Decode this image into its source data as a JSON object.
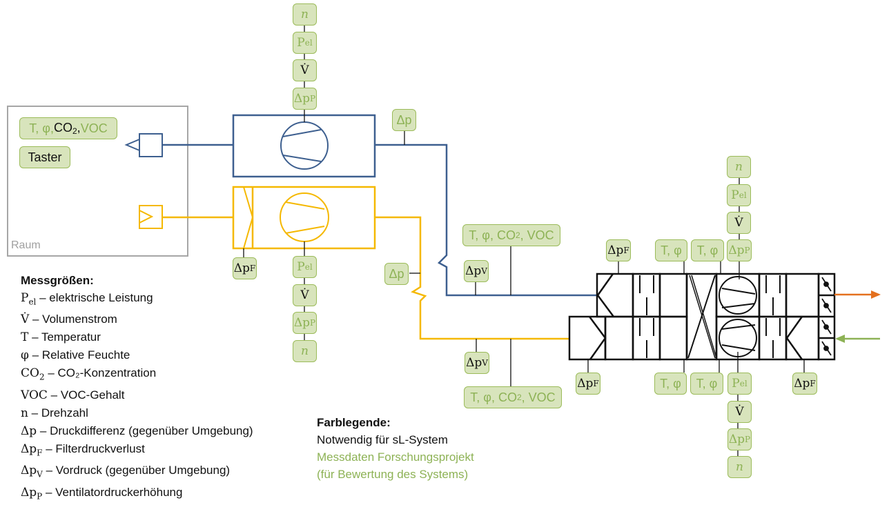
{
  "room": {
    "label": "Raum"
  },
  "colors": {
    "exhaust": "#3d5f8f",
    "supply": "#f5b800",
    "outdoor_air": "#8db255",
    "exhaust_out": "#e4701e",
    "tag_fill": "#d8e4bc",
    "tag_border": "#9bbb59",
    "tag_text_green": "#8db255"
  },
  "room_tags": {
    "sensors": {
      "part1": "T, φ, ",
      "part2": "CO",
      "sub": "2",
      "part3": ", ",
      "part4": "VOC"
    },
    "button": "Taster"
  },
  "labels": {
    "n": "n",
    "P": "P",
    "el": "el",
    "Vdot": "V̇",
    "dp": "Δp",
    "P_sub": "P",
    "F_sub": "F",
    "V_sub": "V",
    "t_phi": "T, φ",
    "tpc_a": "T, φ, CO",
    "tpc_b": "2",
    "tpc_c": ", VOC"
  },
  "legend": {
    "title": "Messgrößen:",
    "items": [
      {
        "sym": "P",
        "sub": "el",
        "text": " – elektrische Leistung"
      },
      {
        "sym": "V̇",
        "sub": "",
        "text": " – Volumenstrom"
      },
      {
        "sym": "T",
        "sub": "",
        "text": " – Temperatur"
      },
      {
        "sym": "φ",
        "sub": "",
        "text": " – Relative Feuchte"
      },
      {
        "sym": "CO",
        "sub": "2",
        "text": " – CO₂-Konzentration"
      },
      {
        "sym": "VOC",
        "sub": "",
        "text": " – VOC-Gehalt"
      },
      {
        "sym": "n",
        "sub": "",
        "text": " – Drehzahl"
      },
      {
        "sym": "Δp",
        "sub": "",
        "text": " – Druckdifferenz (gegenüber Umgebung)"
      },
      {
        "sym": "Δp",
        "sub": "F",
        "text": " – Filterdruckverlust"
      },
      {
        "sym": "Δp",
        "sub": "V",
        "text": " – Vordruck (gegenüber Umgebung)"
      },
      {
        "sym": "Δp",
        "sub": "P",
        "text": " – Ventilatordruckerhöhung"
      }
    ]
  },
  "color_legend": {
    "title": "Farblegende:",
    "required": "Notwendig für sL-System",
    "research_1": "Messdaten Forschungsprojekt",
    "research_2": "(für Bewertung des Systems)"
  }
}
